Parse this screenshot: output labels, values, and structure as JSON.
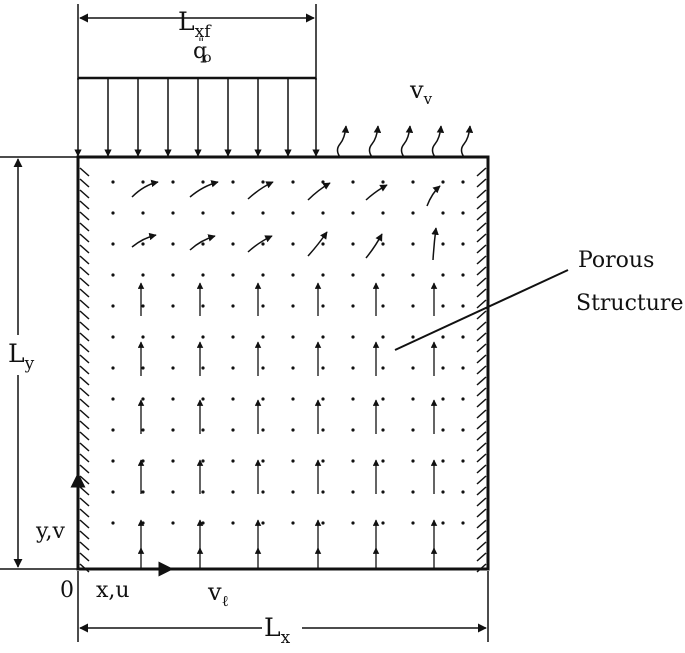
{
  "labels": {
    "lxf": "L",
    "lxf_sub": "xf",
    "q": "q",
    "q_sub": "o",
    "q_sup": "\"",
    "vv": "v",
    "vv_sub": "v",
    "ly": "L",
    "ly_sub": "y",
    "lx": "L",
    "lx_sub": "x",
    "yv": "y,v",
    "xu": "x,u",
    "origin": "0",
    "vl": "v",
    "vl_sub": "ℓ",
    "porous_line1": "Porous",
    "porous_line2": "Structure"
  }
}
